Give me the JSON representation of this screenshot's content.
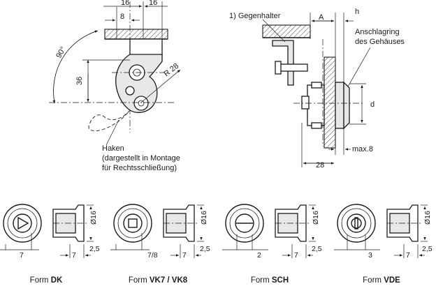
{
  "left_view": {
    "dims": {
      "d16_left": "16",
      "d16_right": "16",
      "d8": "8",
      "d36": "36",
      "angle": "90°",
      "radius": "R 28"
    },
    "annotation": {
      "line1": "Haken",
      "line2": "(dargestellt in Montage",
      "line3": "für Rechtsschließung)"
    }
  },
  "right_view": {
    "counter_holder": "1) Gegenhalter",
    "dim_A": "A",
    "dim_h": "h",
    "stop_ring_line1": "Anschlagring",
    "stop_ring_line2": "des Gehäuses",
    "dim_d": "d",
    "max8": "max.8",
    "dim_28": "28"
  },
  "forms": [
    {
      "prefix": "Form ",
      "name": "DK",
      "dia": "Ø16",
      "dim_bottom": "7",
      "dim_side": "7",
      "dim_side2": "2,5"
    },
    {
      "prefix": "Form ",
      "name": "VK7 / VK8",
      "dia": "Ø16",
      "dim_bottom": "7/8",
      "dim_side": "7",
      "dim_side2": "2,5"
    },
    {
      "prefix": "Form ",
      "name": "SCH",
      "dia": "Ø16",
      "dim_bottom": "2",
      "dim_side": "7",
      "dim_side2": "2,5"
    },
    {
      "prefix": "Form ",
      "name": "VDE",
      "dia": "Ø16",
      "dim_bottom": "3",
      "dim_side": "7",
      "dim_side2": "2,5"
    }
  ]
}
